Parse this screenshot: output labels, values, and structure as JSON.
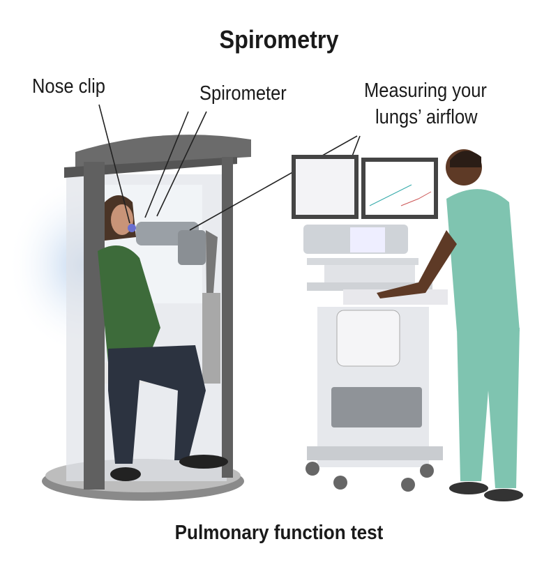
{
  "title": "Spirometry",
  "labels": {
    "nose_clip": "Nose clip",
    "spirometer": "Spirometer",
    "measuring_line1": "Measuring your",
    "measuring_line2": "lungs’ airflow"
  },
  "caption": "Pulmonary function test",
  "colors": {
    "booth": "#5a5a5a",
    "patient_shirt": "#3d6b3a",
    "scrubs": "#7fc4b0",
    "cart": "#e6e8ec"
  }
}
